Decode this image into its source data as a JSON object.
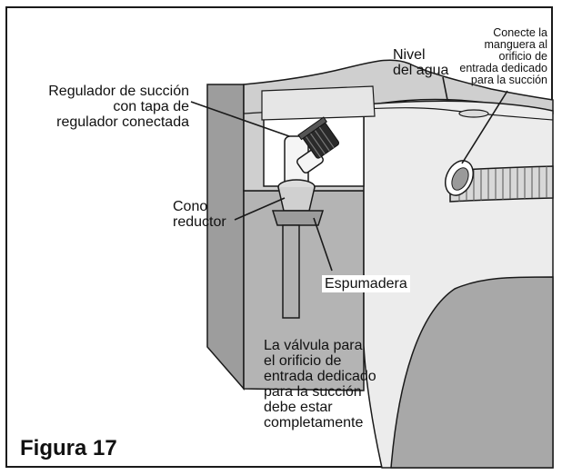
{
  "figure": {
    "title": "Figura 17",
    "labels": {
      "regulator": [
        "Regulador de succión",
        "con tapa de",
        "regulador conectada"
      ],
      "cone": [
        "Cono",
        "reductor"
      ],
      "water_level": [
        "Nivel",
        "del agua"
      ],
      "hose": [
        "Conecte la",
        "manguera al",
        "orificio de",
        "entrada dedicado",
        "para la succión"
      ],
      "skimmer": "Espumadera",
      "valve": [
        "La válvula para",
        "el orificio de",
        "entrada dedicado",
        "para la succión",
        "debe estar",
        "completamente"
      ]
    },
    "colors": {
      "outline": "#1a1a1a",
      "wall_dark": "#9a9a9a",
      "wall_mid": "#c4c4c4",
      "wall_light": "#e4e4e4",
      "shell": "#efefef"
    }
  }
}
